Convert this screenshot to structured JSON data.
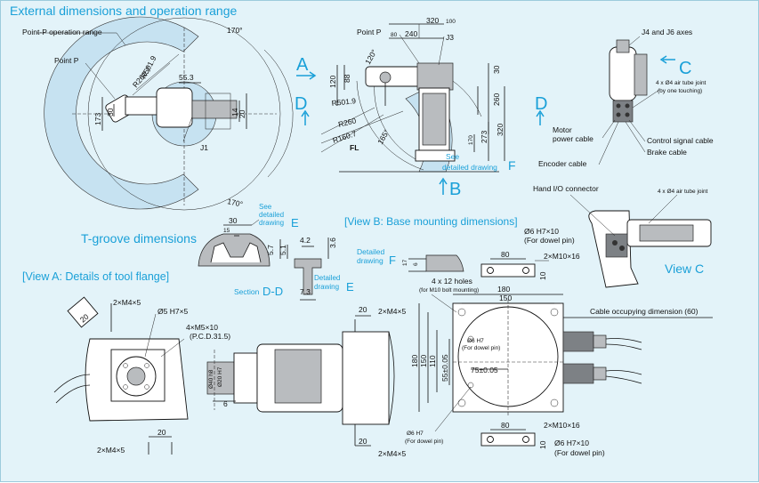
{
  "titles": {
    "external": "External dimensions and operation range",
    "tgroove": "T-groove dimensions",
    "view_a": "[View A: Details of tool flange]",
    "view_b": "[View B: Base mounting dimensions]",
    "view_c": "View C"
  },
  "markers": {
    "a": "A",
    "b": "B",
    "c": "C",
    "d": "D",
    "e": "E",
    "f": "F",
    "dd": "D-D"
  },
  "top_view": {
    "point_p_range": "Point-P operation range",
    "point_p": "Point P",
    "angle_top": "170°",
    "angle_bottom": "170°",
    "r1": "R501.9",
    "r2": "R260.7",
    "d_553": "55.3",
    "d_173": "173",
    "d_30": "30",
    "d_14": "14",
    "d_20": "20",
    "j1": "J1"
  },
  "side_view": {
    "point_p": "Point P",
    "j3": "J3",
    "d_320": "320",
    "d_100": "100",
    "d_80": "80",
    "d_240": "240",
    "d_120": "120",
    "d_88": "88",
    "angle_120": "120°",
    "d_30": "30",
    "d_260": "260",
    "r_5019": "R501.9",
    "r_260": "R260",
    "r_1607": "R160.7",
    "fl": "FL",
    "d_165": "165°",
    "d_170": "170",
    "d_273": "273",
    "d_320v": "320",
    "see": "See",
    "detail": "detailed drawing"
  },
  "view_c_top": {
    "j4j6": "J4 and J6 axes",
    "air_joint": "4 x Ø4 air tube joint",
    "one_touch": "(by one touching)",
    "motor": "Motor",
    "power": "power cable",
    "control": "Control signal cable",
    "brake": "Brake cable",
    "encoder": "Encoder cable"
  },
  "tgroove": {
    "d_30": "30",
    "d_15": "15",
    "d_57": "5.7",
    "d_51": "5.1",
    "d_42": "4.2",
    "d_36": "3.6",
    "d_73": "7.3",
    "see": "See",
    "detailed": "detailed",
    "drawing": "drawing",
    "section": "Section",
    "detailed2": "Detailed",
    "drawing2": "drawing"
  },
  "base": {
    "detailed": "Detailed",
    "drawing": "drawing",
    "d_17": "17",
    "d_6": "6",
    "dowel1": "Ø6 H7×10",
    "dowel1b": "(For dowel pin)",
    "d_80": "80",
    "m10": "2×M10×16",
    "d_10": "10",
    "holes": "4 x 12 holes",
    "holes_b": "(for M10 bolt mounting)",
    "d_180": "180",
    "d_150": "150",
    "d_180v": "180",
    "d_150v": "150",
    "d_110": "110",
    "d_55": "55±0.05",
    "d_75": "75±0.05",
    "d6h7": "Ø6 H7",
    "dowel_hole": "(For dowel pin)",
    "cable": "Cable occupying dimension (60)",
    "d6h7b": "Ø6 H7",
    "dowel_hole_b": "(For dowel pin)",
    "d_80b": "80",
    "m10b": "2×M10×16",
    "d_10b": "10",
    "dowel2": "Ø6 H7×10",
    "dowel2b": "(For dowel pin)"
  },
  "view_c_right": {
    "hand_io": "Hand I/O connector",
    "air": "4 x Ø4 air tube joint"
  },
  "flange": {
    "m4_1": "2×M4×5",
    "d_20": "20",
    "d_5h7": "Ø5 H7×5",
    "m5": "4×M5×10",
    "pcd": "(P.C.D.31.5)",
    "d_6": "6",
    "d_40": "Ø40 h8",
    "d_20h7": "Ø20 H7",
    "m4_2": "2×M4×5",
    "d_20b": "20",
    "d_20c": "20",
    "m4_3": "2×M4×5",
    "d_20d": "20",
    "m4_4": "2×M4×5"
  }
}
